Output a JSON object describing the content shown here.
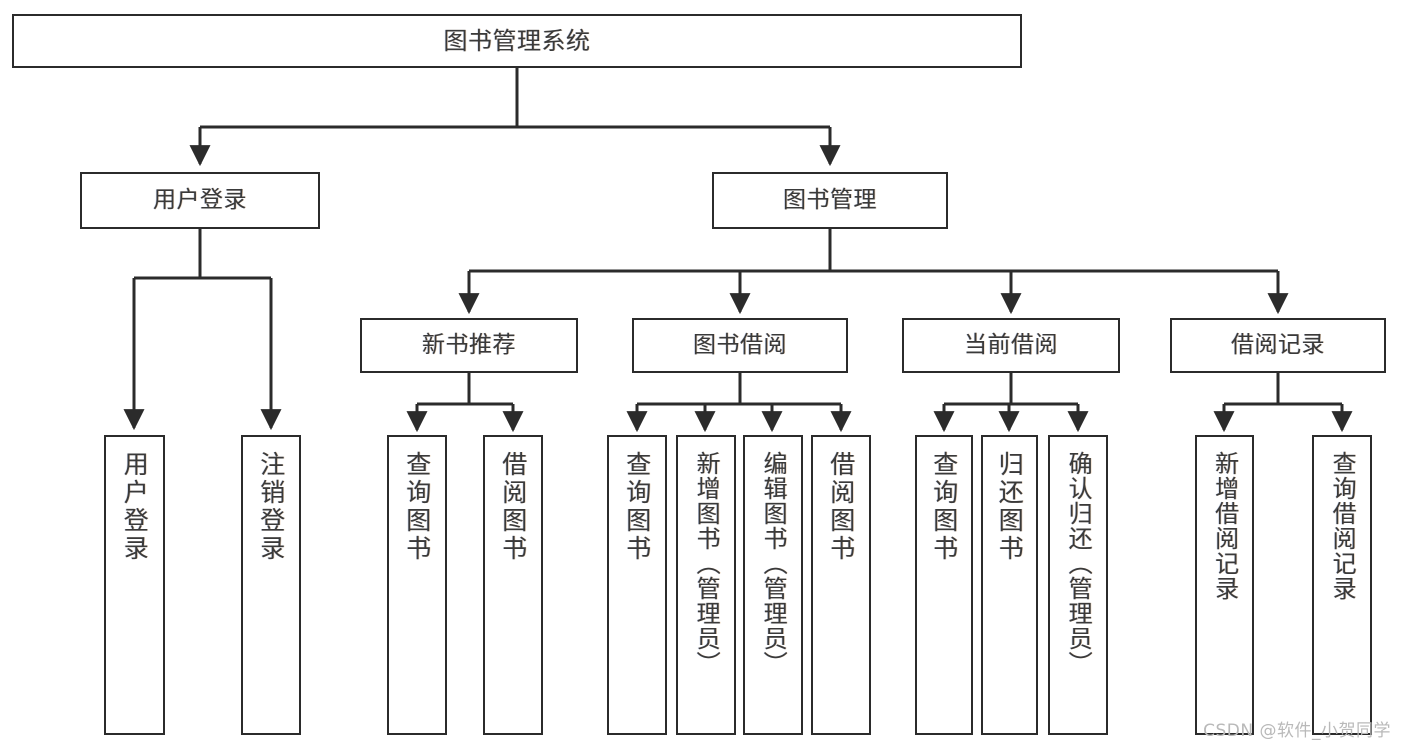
{
  "diagram": {
    "type": "tree",
    "title": "图书管理系统",
    "root": {
      "label": "图书管理系统"
    },
    "level1": [
      {
        "label": "用户登录"
      },
      {
        "label": "图书管理"
      }
    ],
    "level2": [
      {
        "label": "新书推荐"
      },
      {
        "label": "图书借阅"
      },
      {
        "label": "当前借阅"
      },
      {
        "label": "借阅记录"
      }
    ],
    "leaves": {
      "user_login": [
        {
          "label": "用户登录"
        },
        {
          "label": "注销登录"
        }
      ],
      "new_book_recommend": [
        {
          "label": "查询图书"
        },
        {
          "label": "借阅图书"
        }
      ],
      "book_borrow": [
        {
          "label": "查询图书"
        },
        {
          "label": "新增图书（管理员）"
        },
        {
          "label": "编辑图书（管理员）"
        },
        {
          "label": "借阅图书"
        }
      ],
      "current_borrow": [
        {
          "label": "查询图书"
        },
        {
          "label": "归还图书"
        },
        {
          "label": "确认归还（管理员）"
        }
      ],
      "borrow_record": [
        {
          "label": "新增借阅记录"
        },
        {
          "label": "查询借阅记录"
        }
      ]
    }
  },
  "watermark": {
    "text": "CSDN @软件_小贺同学"
  },
  "colors": {
    "box_border": "#2b2b2b",
    "box_fill": "#ffffff",
    "text": "#3a3a3a",
    "connector": "#2b2b2b",
    "watermark": "#b9b9b9"
  }
}
